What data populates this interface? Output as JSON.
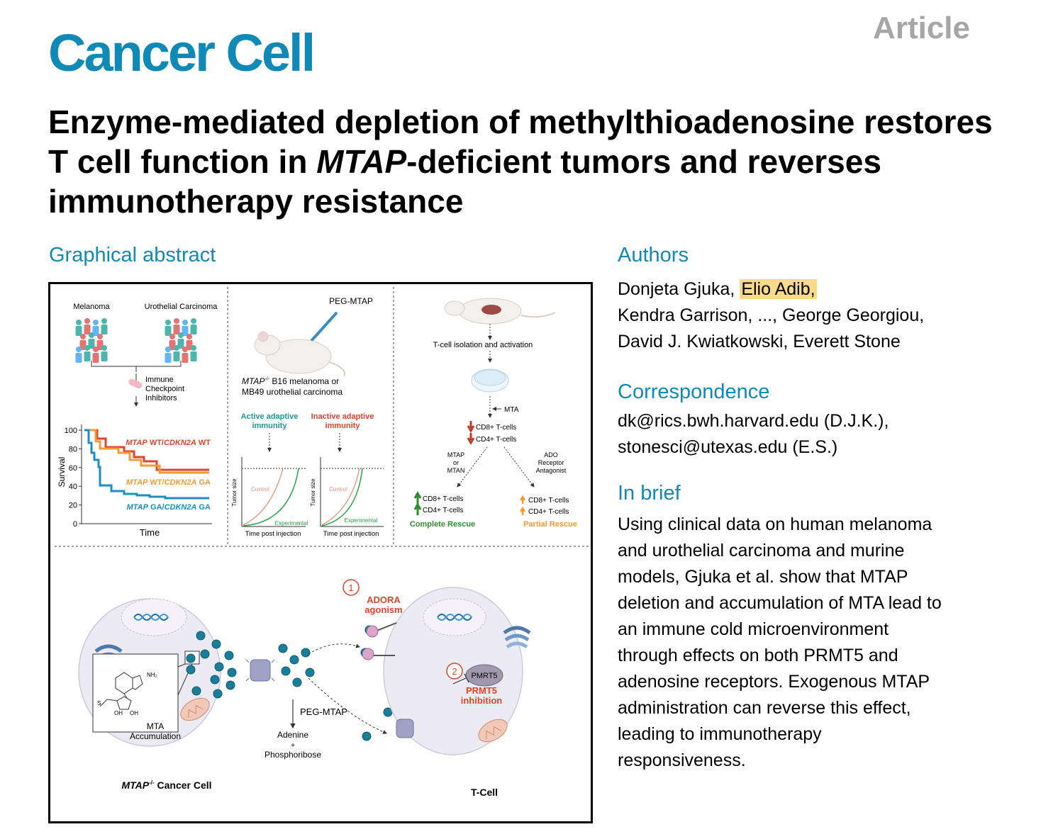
{
  "header": {
    "journal": "Cancer Cell",
    "article_type": "Article"
  },
  "title": {
    "part1": "Enzyme-mediated depletion of methylthioadenosine restores T cell function in ",
    "italic": "MTAP",
    "part2": "-deficient tumors and reverses immunotherapy resistance"
  },
  "graphical_abstract": {
    "heading": "Graphical abstract",
    "panel1": {
      "labels": [
        "Melanoma",
        "Urothelial Carcinoma"
      ],
      "treatment": [
        "Immune",
        "Checkpoint",
        "Inhibitors"
      ],
      "y_axis_label": "Survival",
      "x_axis_label": "Time",
      "y_ticks": [
        "100",
        "80",
        "60",
        "40",
        "20",
        "0"
      ],
      "legend": [
        {
          "gene1": "MTAP",
          "state1": "WT/",
          "gene2": "CDKN2A",
          "state2": "WT",
          "color": "#e0452b"
        },
        {
          "gene1": "MTAP",
          "state1": "WT/",
          "gene2": "CDKN2A",
          "state2": "GA",
          "color": "#f39a36"
        },
        {
          "gene1": "MTAP",
          "state1": "GA/",
          "gene2": "CDKN2A",
          "state2": "GA",
          "color": "#1b8fc4"
        }
      ]
    },
    "panel2": {
      "drug": "PEG-MTAP",
      "model_italic": "MTAP",
      "model_sup": "-/-",
      "model_line1": " B16 melanoma or",
      "model_line2": "MB49 urothelial carcinoma",
      "active": [
        "Active adaptive",
        "immunity"
      ],
      "inactive": [
        "Inactive adaptive",
        "immunity"
      ],
      "y_axis": "Tumor size",
      "x_axis": "Time post injection",
      "control": "Control",
      "experimental": "Experimental"
    },
    "panel3": {
      "isolation": "T-cell isolation and activation",
      "mta": "MTA",
      "cd8": "CD8+ T-cells",
      "cd4": "CD4+ T-cells",
      "left_treat": [
        "MTAP",
        "or",
        "MTAN"
      ],
      "right_treat": [
        "ADO",
        "Receptor",
        "Antagonist"
      ],
      "complete": "Complete Rescue",
      "partial": "Partial Rescue"
    },
    "bottom": {
      "step1": "1",
      "adora": [
        "ADORA",
        "agonism"
      ],
      "step2": "2",
      "prmt5_label": "PMRT5",
      "prmt5_inhib": [
        "PRMT5",
        "inhibition"
      ],
      "peg": "PEG-MTAP",
      "products": [
        "Adenine",
        "+",
        "Phosphoribose"
      ],
      "accum": [
        "MTA",
        "Accumulation"
      ],
      "cancer_italic": "MTAP",
      "cancer_sup": "-/-",
      "cancer_rest": " Cancer Cell",
      "tcell": "T-Cell",
      "nh2": "NH₂",
      "oh": "OH",
      "s": "S"
    }
  },
  "authors": {
    "heading": "Authors",
    "line1_a": "Donjeta Gjuka, ",
    "line1_highlight": "Elio Adib,",
    "line2": "Kendra Garrison, ..., George Georgiou,",
    "line3": "David J. Kwiatkowski, Everett Stone"
  },
  "correspondence": {
    "heading": "Correspondence",
    "line1": "dk@rics.bwh.harvard.edu (D.J.K.),",
    "line2": "stonesci@utexas.edu (E.S.)"
  },
  "in_brief": {
    "heading": "In brief",
    "lines": [
      "Using clinical data on human melanoma",
      "and urothelial carcinoma and murine",
      "models, Gjuka et al. show that MTAP",
      "deletion and accumulation of MTA lead to",
      "an immune cold microenvironment",
      "through effects on both PRMT5 and",
      "adenosine receptors. Exogenous MTAP",
      "administration can reverse this effect,",
      "leading to immunotherapy",
      "responsiveness."
    ]
  },
  "colors": {
    "brand": "#0f8ab7",
    "highlight": "#f9d98a",
    "red": "#d8432f",
    "orange": "#f39a36",
    "green": "#2c8f2c"
  }
}
